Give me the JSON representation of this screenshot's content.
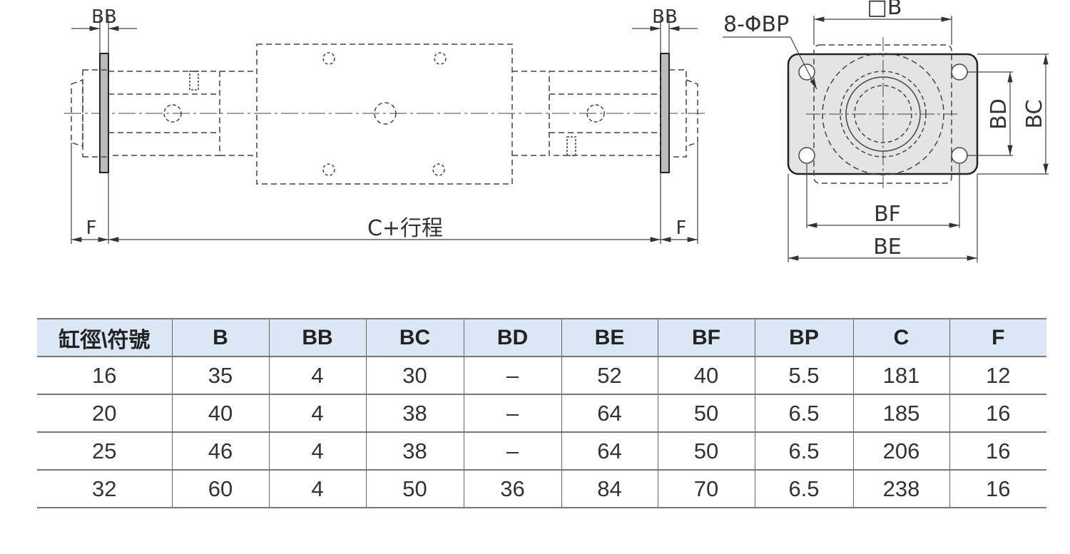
{
  "side_view": {
    "bb_left": "BB",
    "bb_right": "BB",
    "f_left": "F",
    "f_right": "F",
    "length": "C+行程"
  },
  "end_view": {
    "holes": "8-ΦBP",
    "square": "□B",
    "bd": "BD",
    "bc": "BC",
    "bf": "BF",
    "be": "BE"
  },
  "table": {
    "headers": [
      "缸徑\\符號",
      "B",
      "BB",
      "BC",
      "BD",
      "BE",
      "BF",
      "BP",
      "C",
      "F"
    ],
    "rows": [
      [
        "16",
        "35",
        "4",
        "30",
        "–",
        "52",
        "40",
        "5.5",
        "181",
        "12"
      ],
      [
        "20",
        "40",
        "4",
        "38",
        "–",
        "64",
        "50",
        "6.5",
        "185",
        "16"
      ],
      [
        "25",
        "46",
        "4",
        "38",
        "–",
        "64",
        "50",
        "6.5",
        "206",
        "16"
      ],
      [
        "32",
        "60",
        "4",
        "50",
        "36",
        "84",
        "70",
        "6.5",
        "238",
        "16"
      ]
    ]
  }
}
